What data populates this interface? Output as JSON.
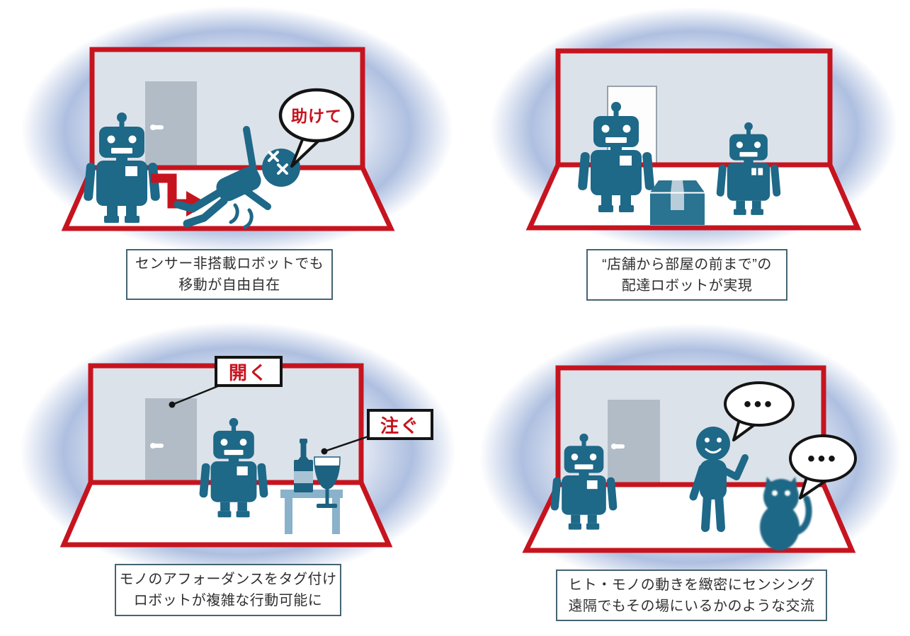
{
  "figure": {
    "description_names": [
      "sensorless-movement-scene",
      "delivery-robot-scene",
      "affordance-tag-scene",
      "remote-presence-scene"
    ],
    "colors": {
      "accent_red": "#c6141f",
      "figure_teal": "#1e6888",
      "box_teal": "#2a7391",
      "bottle_teal": "#1d6280",
      "wall_gray": "#dce2e9",
      "door_gray": "#b2bcc6",
      "halo_periwinkle": "#aebfe0",
      "table_blue": "#8ab2ca",
      "tape_blue": "#b9ccd9",
      "ink_black": "#141414",
      "caption_border": "#456472",
      "caption_text": "#2f2f2f"
    }
  },
  "panels": [
    {
      "name": "sensorless-movement",
      "caption_line1": "センサー非搭載ロボットでも",
      "caption_line2": "移動が自由自在",
      "speech_bubble": "助けて"
    },
    {
      "name": "delivery-robot",
      "caption_line1": "“店舗から部屋の前まで”の",
      "caption_line2": "配達ロボットが実現"
    },
    {
      "name": "affordance-tags",
      "caption_line1": "モノのアフォーダンスをタグ付け",
      "caption_line2": "ロボットが複雑な行動可能に",
      "tag_open": "開く",
      "tag_pour": "注ぐ"
    },
    {
      "name": "remote-presence",
      "caption_line1": "ヒト・モノの動きを緻密にセンシング",
      "caption_line2": "遠隔でもその場にいるかのような交流",
      "bubble_dots": "•••"
    }
  ]
}
